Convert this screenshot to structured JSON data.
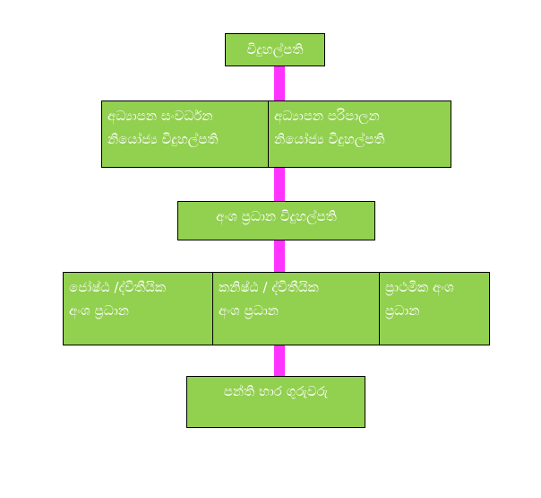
{
  "colors": {
    "box_fill": "#92d050",
    "box_border": "#000000",
    "text": "#ffffff",
    "connector": "#ff33ff",
    "background": "#ffffff"
  },
  "chart": {
    "principal": "විදුහල්පති",
    "deputies": [
      {
        "line1": "අධ්‍යාපන සංවර්ධන",
        "line2": "නියෝජ්‍ය විදුහල්පති"
      },
      {
        "line1": "අධ්‍යාපන පරිපාලන",
        "line2": "නියෝජ්‍ය විදුහල්පති"
      }
    ],
    "section_head": "අංශ ප්‍රධාන විදුහල්පති",
    "section_heads": [
      {
        "line1": "ජෝෂ්ඨ /ද්විතීයික",
        "line2": "අංශ ප්‍රධාන"
      },
      {
        "line1": "කනිෂ්ඨ / ද්විතීයික",
        "line2": "අංශ ප්‍රධාන"
      },
      {
        "line1": "ප්‍රාථමික අංශ",
        "line2": "ප්‍රධාන"
      }
    ],
    "class_teachers": "පන්ති භාර ගුරුවරු"
  }
}
